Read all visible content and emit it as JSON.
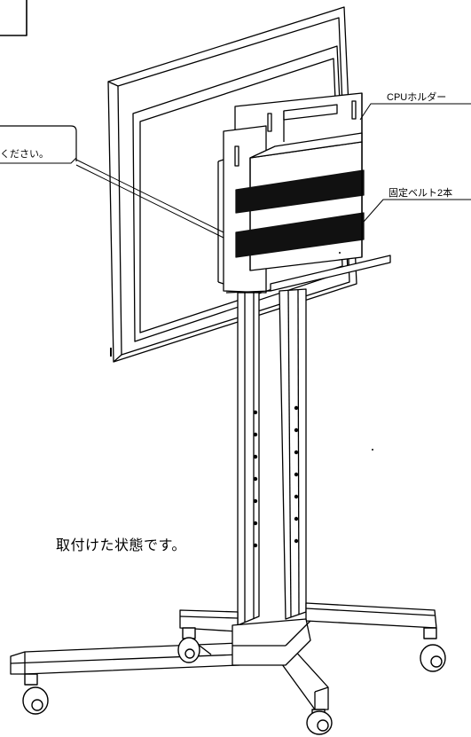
{
  "callouts": {
    "cpu_holder": "CPUホルダー",
    "fixing_belts": "固定ベルト2本",
    "left_fragment": "ください。"
  },
  "caption": "取付けた状態です。",
  "colors": {
    "line": "#000000",
    "belt": "#111111",
    "background": "#ffffff"
  }
}
